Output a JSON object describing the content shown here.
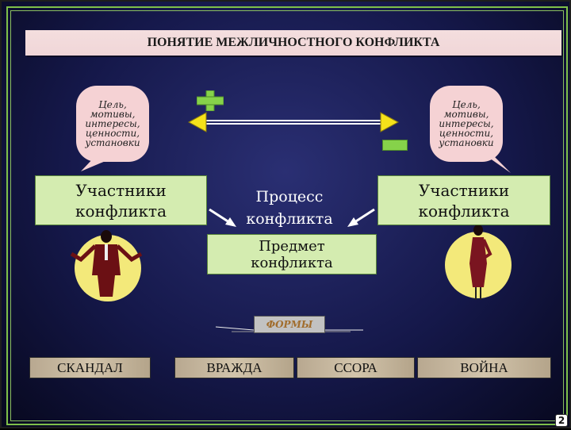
{
  "title": "ПОНЯТИЕ МЕЖЛИЧНОСТНОГО КОНФЛИКТА",
  "bubbles": {
    "left": [
      "Цель,",
      "мотивы,",
      "интересы,",
      "ценности,",
      "установки"
    ],
    "right": [
      "Цель,",
      "мотивы,",
      "интересы,",
      "ценности,",
      "установки"
    ]
  },
  "participants": {
    "left_line1": "Участники",
    "left_line2": "конфликта",
    "right_line1": "Участники",
    "right_line2": "конфликта"
  },
  "process": {
    "line1": "Процесс",
    "line2": "конфликта"
  },
  "subject": {
    "line1": "Предмет",
    "line2": "конфликта"
  },
  "forms_label": "ФОРМЫ",
  "forms": [
    "СКАНДАЛ",
    "ВРАЖДА",
    "ССОРА",
    "ВОЙНА"
  ],
  "page_number": "2",
  "icons": {
    "plus": "plus-sign-icon",
    "minus": "minus-sign-icon",
    "man": "man-figure-icon",
    "woman": "woman-figure-icon"
  },
  "colors": {
    "background": "#1b1f5a",
    "green_box": "#d4ecb0",
    "bubble": "#f5d2d4",
    "arrow_yellow": "#f5e21a",
    "plus_green": "#86d24a",
    "spotlight": "#f3e97a"
  }
}
